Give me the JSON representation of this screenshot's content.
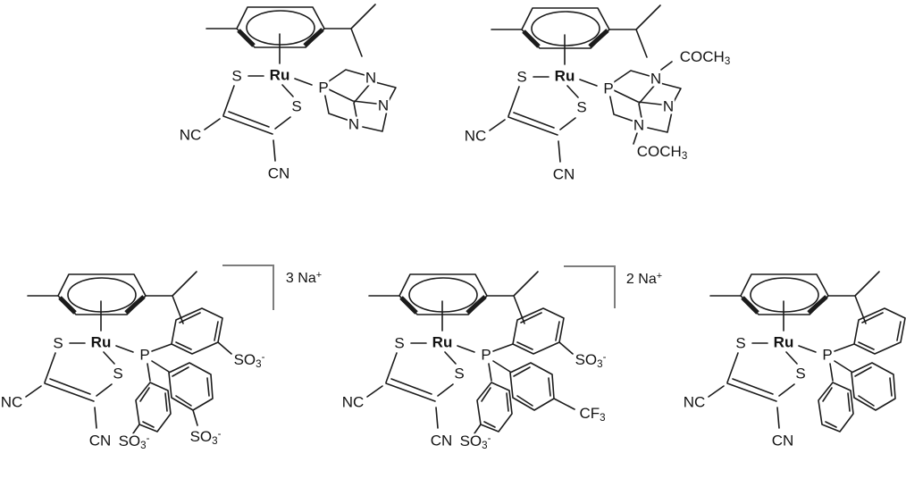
{
  "palette": {
    "ink": "#1b1b1b",
    "bracket_gray": "#7d7d7d",
    "background": "#ffffff"
  },
  "figure": {
    "structures": [
      {
        "id": "pta-complex",
        "atoms": {
          "ru": "Ru",
          "s_top": "S",
          "s_bottom": "S",
          "nc": "NC",
          "cn": "CN",
          "p": "P",
          "n1": "N",
          "n2": "N",
          "n3": "N"
        }
      },
      {
        "id": "dapta-complex",
        "atoms": {
          "ru": "Ru",
          "s_top": "S",
          "s_bottom": "S",
          "nc": "NC",
          "cn": "CN",
          "p": "P",
          "n1": "N",
          "n2": "N",
          "n3": "N",
          "acetyl_top": "COCH_3",
          "acetyl_bottom": "COCH_3"
        }
      },
      {
        "id": "tppts-complex",
        "counterion": "3 Na^+",
        "atoms": {
          "ru": "Ru",
          "s_top": "S",
          "s_bottom": "S",
          "nc": "NC",
          "cn": "CN",
          "p": "P",
          "sulfonate_a": "SO_3^-",
          "sulfonate_b": "SO_3^-",
          "sulfonate_c": "SO_3^-"
        }
      },
      {
        "id": "cf3-sulfonated-complex",
        "counterion": "2 Na^+",
        "atoms": {
          "ru": "Ru",
          "s_top": "S",
          "s_bottom": "S",
          "nc": "NC",
          "cn": "CN",
          "p": "P",
          "sulfonate_a": "SO_3^-",
          "sulfonate_c": "SO_3^-",
          "cf3": "CF_3"
        }
      },
      {
        "id": "pph3-complex",
        "atoms": {
          "ru": "Ru",
          "s_top": "S",
          "s_bottom": "S",
          "nc": "NC",
          "cn": "CN",
          "p": "P"
        }
      }
    ]
  }
}
